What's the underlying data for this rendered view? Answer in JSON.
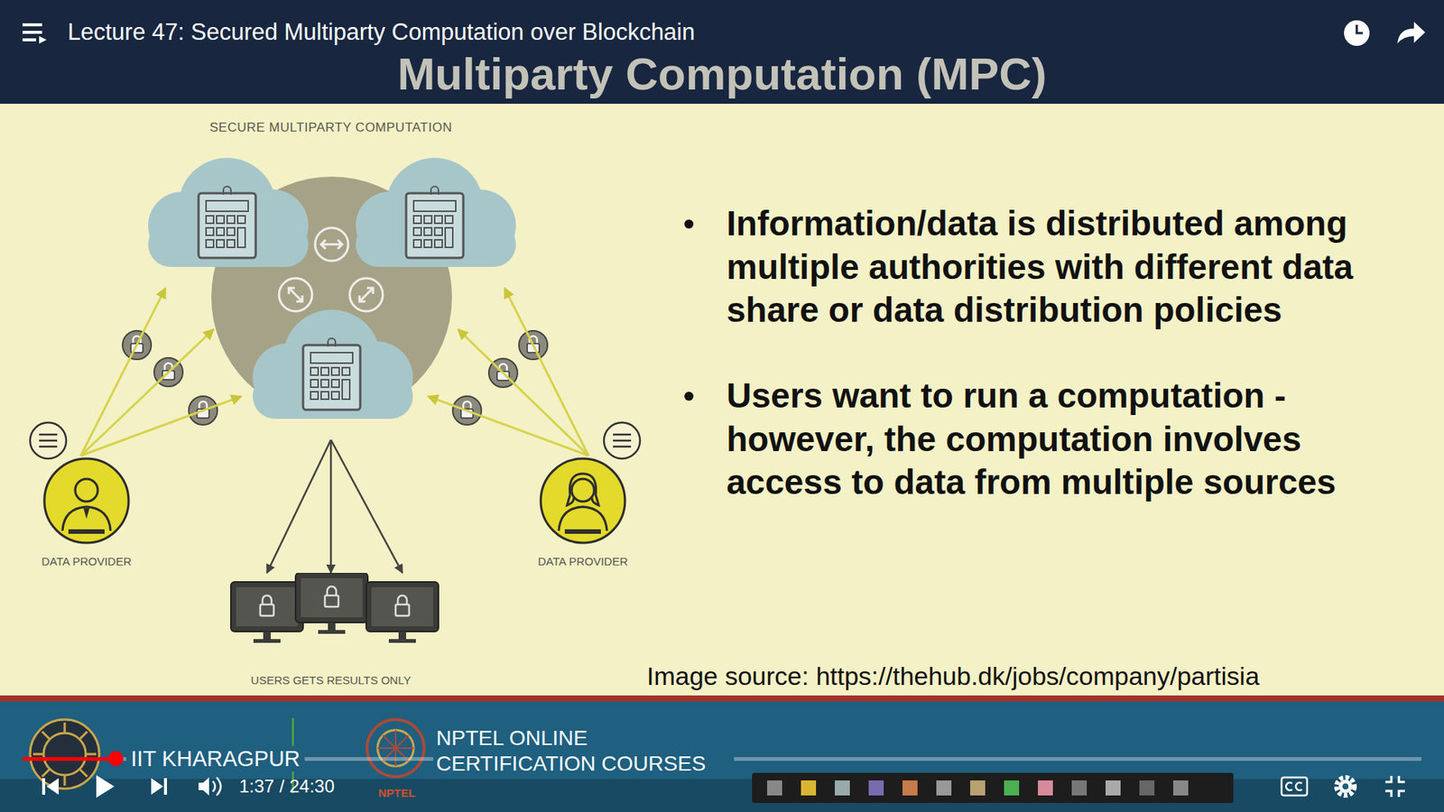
{
  "diagram": {
    "title": "Multiparty Computation (MPC)",
    "nodes": [
      {
        "text": [
          "SECURE MULTIPARTY COMPUTATION"
        ]
      },
      {
        "text": [
          "DATA PROVIDER"
        ]
      },
      {
        "text": [
          "DATA PROVIDER"
        ]
      },
      {
        "text": [
          "USERS GETS RESULTS ONLY"
        ]
      }
    ],
    "edges": [
      {
        "from": 1,
        "to": 0,
        "arrow": "to"
      },
      {
        "from": 2,
        "to": 0,
        "arrow": "to"
      },
      {
        "from": 0,
        "to": 3,
        "arrow": "to"
      }
    ],
    "labels": [
      "Lecture 47: Secured Multiparty Computation over Blockchain",
      "Information/data is distributed among multiple authorities with different data share or data distribution policies",
      "Users want to run a computation - however, the computation involves access to data from multiple sources",
      "Image source: https://thehub.dk/jobs/company/partisia",
      "IIT KHARAGPUR",
      "NPTEL ONLINE CERTIFICATION COURSES",
      "NPTEL",
      "1:37 / 24:30"
    ]
  }
}
